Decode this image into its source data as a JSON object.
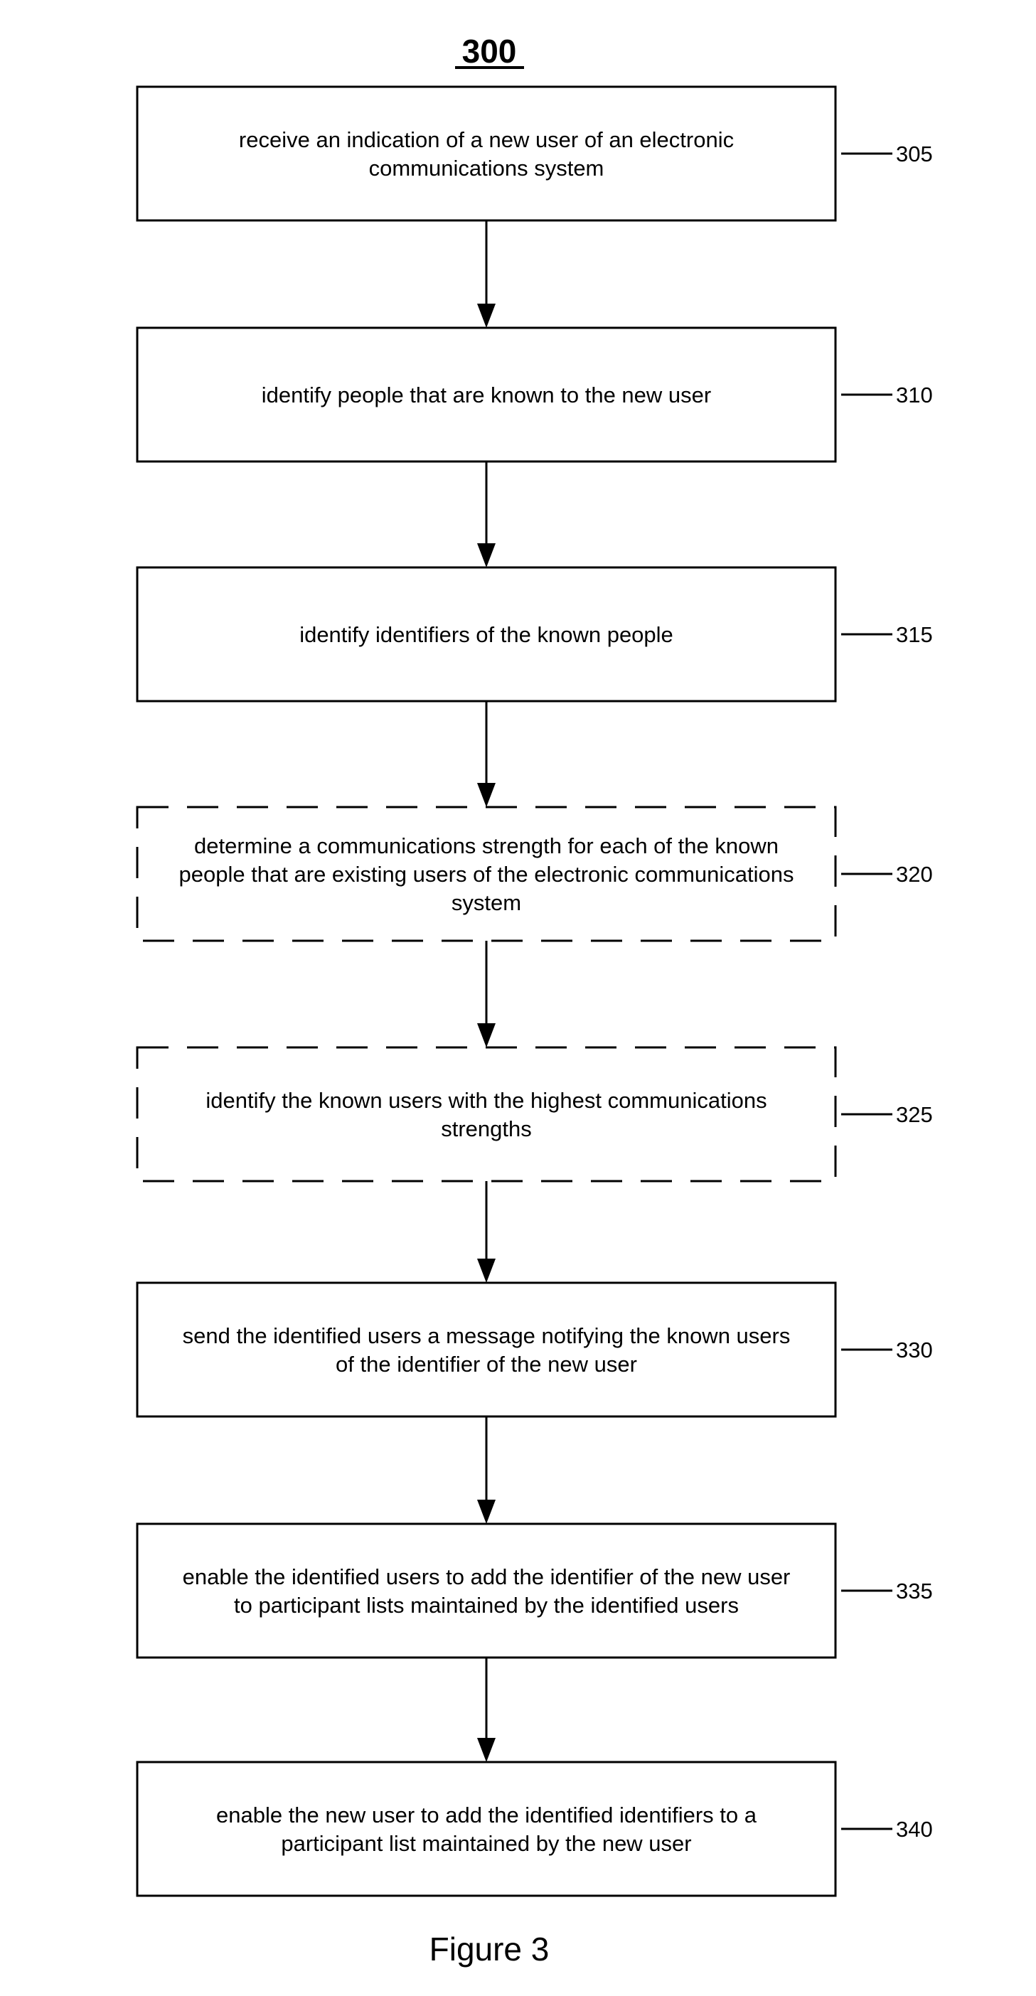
{
  "figure": {
    "number": "300",
    "caption": "Figure 3"
  },
  "steps": [
    {
      "ref": "305",
      "style": "solid",
      "lines": [
        "receive an indication of a new user of an electronic",
        "communications system"
      ]
    },
    {
      "ref": "310",
      "style": "solid",
      "lines": [
        "identify people that are known to the new user"
      ]
    },
    {
      "ref": "315",
      "style": "solid",
      "lines": [
        "identify identifiers of the known people"
      ]
    },
    {
      "ref": "320",
      "style": "dashed",
      "lines": [
        "determine a communications strength for each of the known",
        "people that are existing users of the electronic communications",
        "system"
      ]
    },
    {
      "ref": "325",
      "style": "dashed",
      "lines": [
        "identify the known users with the highest communications",
        "strengths"
      ]
    },
    {
      "ref": "330",
      "style": "solid",
      "lines": [
        "send the identified users a message notifying the known users",
        "of the identifier of the new user"
      ]
    },
    {
      "ref": "335",
      "style": "solid",
      "lines": [
        "enable the identified users to add the identifier of the new user",
        "to participant lists maintained by the identified users"
      ]
    },
    {
      "ref": "340",
      "style": "solid",
      "lines": [
        "enable the new user to add the identified identifiers to a",
        "participant list maintained by the new user"
      ]
    }
  ]
}
